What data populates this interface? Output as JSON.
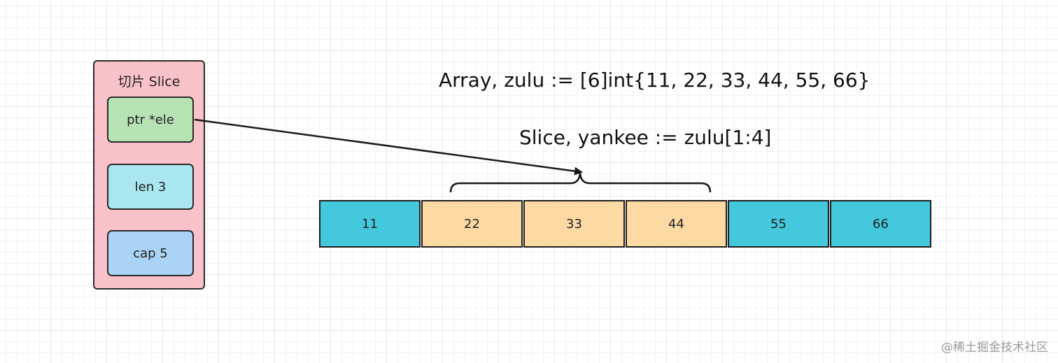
{
  "slice_struct": {
    "title": "切片 Slice",
    "fields": {
      "ptr": "ptr *ele",
      "len": "len 3",
      "cap": "cap 5"
    }
  },
  "captions": {
    "array": "Array, zulu := [6]int{11, 22, 33, 44, 55, 66}",
    "slice": "Slice, yankee := zulu[1:4]"
  },
  "array": {
    "values": [
      "11",
      "22",
      "33",
      "44",
      "55",
      "66"
    ],
    "slice_start": 1,
    "slice_end": 4
  },
  "colors": {
    "struct_bg": "#f9c1c9",
    "ptr_bg": "#b7e3b4",
    "len_bg": "#a9e6ef",
    "cap_bg": "#aad3f5",
    "array_cell": "#44c8dc",
    "slice_cell": "#fdd9a3"
  },
  "watermark": "@稀土掘金技术社区"
}
